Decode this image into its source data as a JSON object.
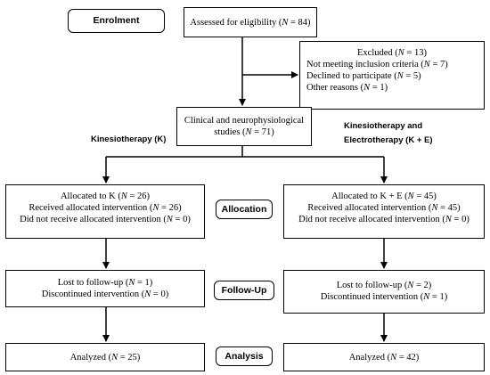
{
  "phases": {
    "enrolment": "Enrolment",
    "allocation": "Allocation",
    "followup": "Follow-Up",
    "analysis": "Analysis"
  },
  "eligibility": {
    "label": "Assessed for eligibility (",
    "n_symbol": "N",
    "value": " = 84)"
  },
  "excluded": {
    "title_label": "Excluded (",
    "title_value": " = 13)",
    "items": [
      {
        "label": "Not meeting inclusion criteria (",
        "value": " = 7)"
      },
      {
        "label": "Declined to participate (",
        "value": " = 5)"
      },
      {
        "label": "Other reasons (",
        "value": " = 1)"
      }
    ]
  },
  "clinical": {
    "line1": "Clinical and neurophysiological",
    "line2_label": "studies (",
    "line2_value": " = 71)"
  },
  "groups": {
    "left_label": "Kinesiotherapy (K)",
    "right_label_line1": "Kinesiotherapy and",
    "right_label_line2": "Electrotherapy (K + E)"
  },
  "allocation_left": {
    "lines": [
      {
        "label": "Allocated to K (",
        "value": " = 26)"
      },
      {
        "label": "Received allocated intervention (",
        "value": " = 26)"
      },
      {
        "label": "Did not receive allocated intervention (",
        "value": " = 0)"
      }
    ]
  },
  "allocation_right": {
    "lines": [
      {
        "label": "Allocated to K + E (",
        "value": " = 45)"
      },
      {
        "label": "Received allocated intervention (",
        "value": " = 45)"
      },
      {
        "label": "Did not receive allocated intervention (",
        "value": " = 0)"
      }
    ]
  },
  "followup_left": {
    "lines": [
      {
        "label": "Lost to follow-up (",
        "value": " = 1)"
      },
      {
        "label": "Discontinued intervention (",
        "value": " = 0)"
      }
    ]
  },
  "followup_right": {
    "lines": [
      {
        "label": "Lost to follow-up (",
        "value": " = 2)"
      },
      {
        "label": "Discontinued intervention (",
        "value": " = 1)"
      }
    ]
  },
  "analysis_left": {
    "label": "Analyzed (",
    "value": " = 25)"
  },
  "analysis_right": {
    "label": "Analyzed (",
    "value": " = 42)"
  }
}
